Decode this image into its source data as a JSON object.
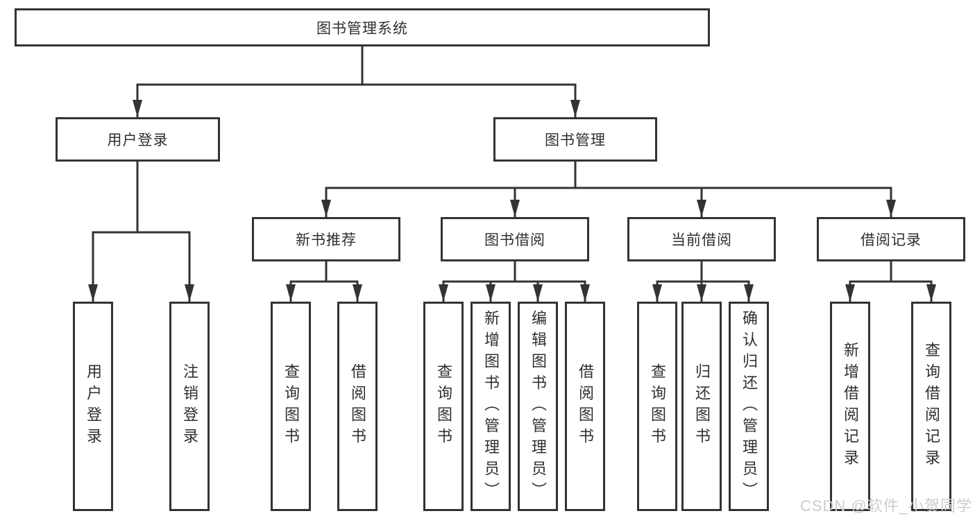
{
  "tree": {
    "root": "图书管理系统",
    "branches": [
      {
        "label": "用户登录",
        "leaves": [
          "用户登录",
          "注销登录"
        ]
      },
      {
        "label": "图书管理",
        "groups": [
          {
            "label": "新书推荐",
            "leaves": [
              "查询图书",
              "借阅图书"
            ]
          },
          {
            "label": "图书借阅",
            "leaves": [
              "查询图书",
              "新增图书（管理员）",
              "编辑图书（管理员）",
              "借阅图书"
            ]
          },
          {
            "label": "当前借阅",
            "leaves": [
              "查询图书",
              "归还图书",
              "确认归还（管理员）"
            ]
          },
          {
            "label": "借阅记录",
            "leaves": [
              "新增借阅记录",
              "查询借阅记录"
            ]
          }
        ]
      }
    ]
  },
  "watermark": {
    "text": "CSDN @软件_小贺同学"
  },
  "colors": {
    "line": "#333333",
    "box_border": "#333333",
    "box_background": "#ffffff",
    "text": "#2f2f2f",
    "watermark_text": "#c9ced3"
  }
}
